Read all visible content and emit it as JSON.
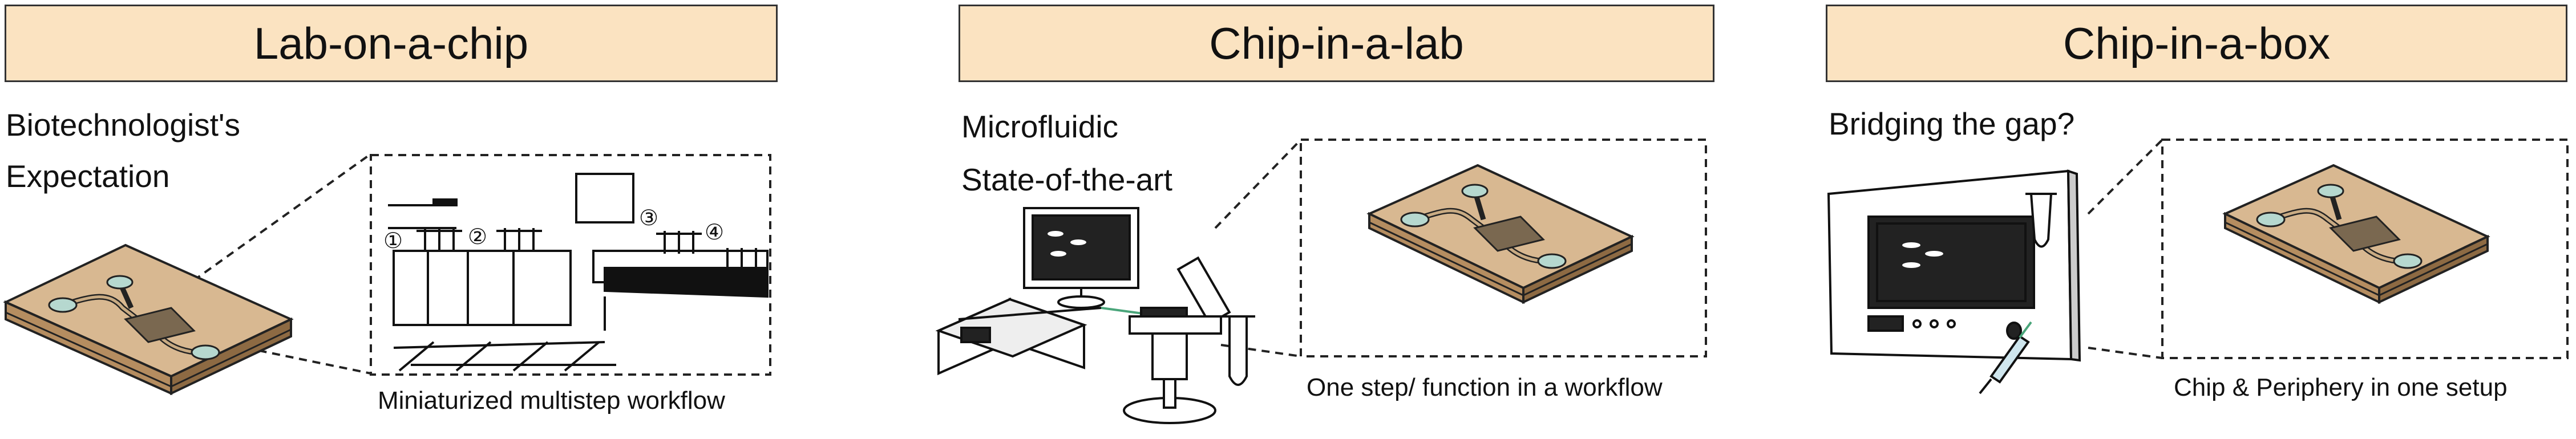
{
  "colors": {
    "header_fill": "#fbe3c1",
    "header_border": "#333333",
    "chip_fill": "#d8b891",
    "chip_edge": "#222222",
    "chamber": "#b6d8cf"
  },
  "panels": [
    {
      "title": "Lab-on-a-chip",
      "note_lines": [
        "Biotechnologist's",
        "Expectation"
      ],
      "caption": "Miniaturized multistep workflow",
      "step_labels": [
        "①",
        "②",
        "③",
        "④"
      ]
    },
    {
      "title": "Chip-in-a-lab",
      "note_lines": [
        "Microfluidic",
        "State-of-the-art"
      ],
      "caption": "One step/ function in a workflow"
    },
    {
      "title": "Chip-in-a-box",
      "note_lines": [
        "Bridging the gap?"
      ],
      "caption": "Chip & Periphery in one setup"
    }
  ]
}
